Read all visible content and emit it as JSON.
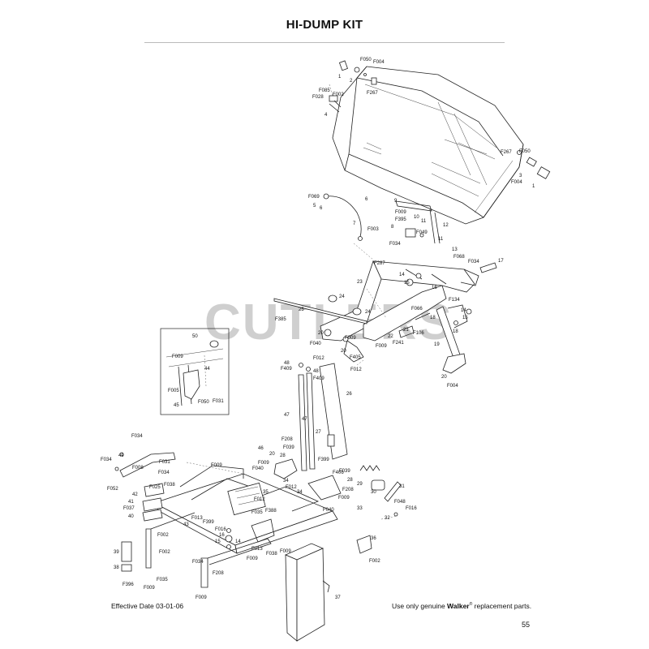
{
  "page": {
    "title": "HI-DUMP KIT",
    "watermark": "CUTLERS",
    "footer_left": "Effective Date 03-01-06",
    "footer_right_prefix": "Use only genuine ",
    "footer_right_brand": "Walker",
    "footer_right_mark": "®",
    "footer_right_suffix": " replacement parts.",
    "page_number": "55"
  },
  "callouts": [
    {
      "id": "c1",
      "text": "1"
    },
    {
      "id": "c2",
      "text": "2"
    },
    {
      "id": "c3",
      "text": "F050"
    },
    {
      "id": "c4",
      "text": "F004"
    },
    {
      "id": "c5",
      "text": "F267"
    },
    {
      "id": "c6",
      "text": "F085"
    },
    {
      "id": "c7",
      "text": "F028"
    },
    {
      "id": "c8",
      "text": "F002"
    },
    {
      "id": "c9",
      "text": "4"
    },
    {
      "id": "c10",
      "text": "F267"
    },
    {
      "id": "c11",
      "text": "F050"
    },
    {
      "id": "c12",
      "text": "3"
    },
    {
      "id": "c13",
      "text": "F004"
    },
    {
      "id": "c14",
      "text": "1"
    },
    {
      "id": "c15",
      "text": "F069"
    },
    {
      "id": "c16",
      "text": "5"
    },
    {
      "id": "c17",
      "text": "6"
    },
    {
      "id": "c18",
      "text": "6"
    },
    {
      "id": "c19",
      "text": "7"
    },
    {
      "id": "c20",
      "text": "F003"
    },
    {
      "id": "c21",
      "text": "9"
    },
    {
      "id": "c22",
      "text": "F009"
    },
    {
      "id": "c23",
      "text": "10"
    },
    {
      "id": "c24",
      "text": "F395"
    },
    {
      "id": "c25",
      "text": "11"
    },
    {
      "id": "c26",
      "text": "8"
    },
    {
      "id": "c27",
      "text": "12"
    },
    {
      "id": "c28",
      "text": "F049"
    },
    {
      "id": "c29",
      "text": "11"
    },
    {
      "id": "c30",
      "text": "F034"
    },
    {
      "id": "c31",
      "text": "13"
    },
    {
      "id": "c32",
      "text": "F068"
    },
    {
      "id": "c33",
      "text": "F287"
    },
    {
      "id": "c34",
      "text": "F034"
    },
    {
      "id": "c35",
      "text": "17"
    },
    {
      "id": "c36",
      "text": "23"
    },
    {
      "id": "c37",
      "text": "14"
    },
    {
      "id": "c38",
      "text": "15"
    },
    {
      "id": "c39",
      "text": "16"
    },
    {
      "id": "c40",
      "text": "24"
    },
    {
      "id": "c41",
      "text": "25"
    },
    {
      "id": "c42",
      "text": "24"
    },
    {
      "id": "c43",
      "text": "F134"
    },
    {
      "id": "c44",
      "text": "14"
    },
    {
      "id": "c45",
      "text": "15"
    },
    {
      "id": "c46",
      "text": "F385"
    },
    {
      "id": "c47",
      "text": "F066"
    },
    {
      "id": "c48",
      "text": "18"
    },
    {
      "id": "c49",
      "text": "18"
    },
    {
      "id": "c50",
      "text": "20"
    },
    {
      "id": "c51",
      "text": "F009"
    },
    {
      "id": "c52",
      "text": "22"
    },
    {
      "id": "c53",
      "text": "F241"
    },
    {
      "id": "c54",
      "text": "21"
    },
    {
      "id": "c55",
      "text": "F106"
    },
    {
      "id": "c56",
      "text": "F040"
    },
    {
      "id": "c57",
      "text": "F009"
    },
    {
      "id": "c58",
      "text": "19"
    },
    {
      "id": "c59",
      "text": "20"
    },
    {
      "id": "c60",
      "text": "F405"
    },
    {
      "id": "c61",
      "text": "F012"
    },
    {
      "id": "c62",
      "text": "F012"
    },
    {
      "id": "c63",
      "text": "20"
    },
    {
      "id": "c64",
      "text": "F004"
    },
    {
      "id": "c65",
      "text": "50"
    },
    {
      "id": "c66",
      "text": "F009"
    },
    {
      "id": "c67",
      "text": "44"
    },
    {
      "id": "c68",
      "text": "F005"
    },
    {
      "id": "c69",
      "text": "45"
    },
    {
      "id": "c70",
      "text": "F050"
    },
    {
      "id": "c71",
      "text": "F031"
    },
    {
      "id": "c72",
      "text": "48"
    },
    {
      "id": "c73",
      "text": "F409"
    },
    {
      "id": "c74",
      "text": "48"
    },
    {
      "id": "c75",
      "text": "F409"
    },
    {
      "id": "c76",
      "text": "26"
    },
    {
      "id": "c77",
      "text": "47"
    },
    {
      "id": "c78",
      "text": "47"
    },
    {
      "id": "c79",
      "text": "27"
    },
    {
      "id": "c80",
      "text": "F034"
    },
    {
      "id": "c81",
      "text": "F034"
    },
    {
      "id": "c82",
      "text": "49"
    },
    {
      "id": "c83",
      "text": "F031"
    },
    {
      "id": "c84",
      "text": "F008"
    },
    {
      "id": "c85",
      "text": "F034"
    },
    {
      "id": "c86",
      "text": "F052"
    },
    {
      "id": "c87",
      "text": "F025"
    },
    {
      "id": "c88",
      "text": "F038"
    },
    {
      "id": "c89",
      "text": "42"
    },
    {
      "id": "c90",
      "text": "41"
    },
    {
      "id": "c91",
      "text": "F037"
    },
    {
      "id": "c92",
      "text": "40"
    },
    {
      "id": "c93",
      "text": "F009"
    },
    {
      "id": "c94",
      "text": "46"
    },
    {
      "id": "c95",
      "text": "20"
    },
    {
      "id": "c96",
      "text": "F208"
    },
    {
      "id": "c97",
      "text": "F039"
    },
    {
      "id": "c98",
      "text": "28"
    },
    {
      "id": "c99",
      "text": "F009"
    },
    {
      "id": "c100",
      "text": "F040"
    },
    {
      "id": "c101",
      "text": "F399"
    },
    {
      "id": "c102",
      "text": "F039"
    },
    {
      "id": "c103",
      "text": "30"
    },
    {
      "id": "c104",
      "text": "29"
    },
    {
      "id": "c105",
      "text": "28"
    },
    {
      "id": "c106",
      "text": "F406"
    },
    {
      "id": "c107",
      "text": "31"
    },
    {
      "id": "c108",
      "text": "34"
    },
    {
      "id": "c109",
      "text": "F012"
    },
    {
      "id": "c110",
      "text": "34"
    },
    {
      "id": "c111",
      "text": "F208"
    },
    {
      "id": "c112",
      "text": "F009"
    },
    {
      "id": "c113",
      "text": "33"
    },
    {
      "id": "c114",
      "text": "F048"
    },
    {
      "id": "c115",
      "text": "F016"
    },
    {
      "id": "c116",
      "text": "32"
    },
    {
      "id": "c117",
      "text": "35"
    },
    {
      "id": "c118",
      "text": "F012"
    },
    {
      "id": "c119",
      "text": "F040"
    },
    {
      "id": "c120",
      "text": "F013"
    },
    {
      "id": "c121",
      "text": "43"
    },
    {
      "id": "c122",
      "text": "F399"
    },
    {
      "id": "c123",
      "text": "F035"
    },
    {
      "id": "c124",
      "text": "F388"
    },
    {
      "id": "c125",
      "text": "F002"
    },
    {
      "id": "c126",
      "text": "F016"
    },
    {
      "id": "c127",
      "text": "16"
    },
    {
      "id": "c128",
      "text": "15"
    },
    {
      "id": "c129",
      "text": "14"
    },
    {
      "id": "c130",
      "text": "36"
    },
    {
      "id": "c131",
      "text": "39"
    },
    {
      "id": "c132",
      "text": "F002"
    },
    {
      "id": "c133",
      "text": "38"
    },
    {
      "id": "c134",
      "text": "F035"
    },
    {
      "id": "c135",
      "text": "F396"
    },
    {
      "id": "c136",
      "text": "F009"
    },
    {
      "id": "c137",
      "text": "F034"
    },
    {
      "id": "c138",
      "text": "F013"
    },
    {
      "id": "c139",
      "text": "F009"
    },
    {
      "id": "c140",
      "text": "F038"
    },
    {
      "id": "c141",
      "text": "F009"
    },
    {
      "id": "c142",
      "text": "F002"
    },
    {
      "id": "c143",
      "text": "F208"
    },
    {
      "id": "c144",
      "text": "F009"
    },
    {
      "id": "c145",
      "text": "37"
    }
  ]
}
